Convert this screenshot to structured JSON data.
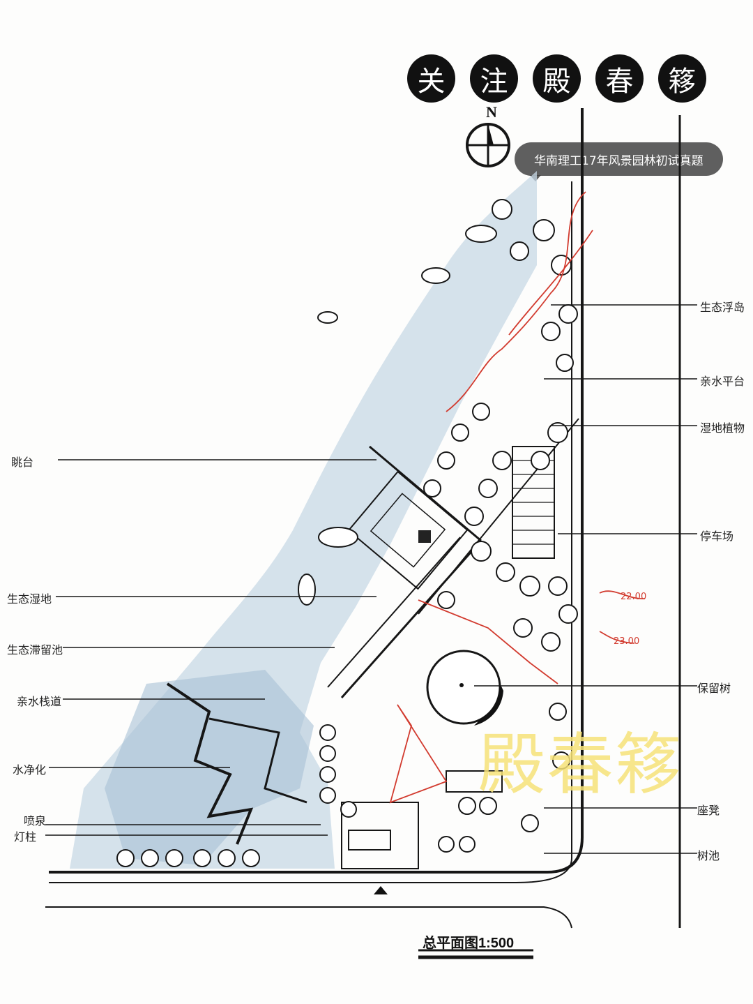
{
  "header": {
    "circles": [
      "关",
      "注",
      "殿",
      "春",
      "簃"
    ],
    "tag": "华南理工17年风景园林初试真题"
  },
  "compass": {
    "north_letter": "N"
  },
  "labels_left": [
    {
      "id": "viewing-deck",
      "text": "眺台"
    },
    {
      "id": "eco-wetland",
      "text": "生态湿地"
    },
    {
      "id": "eco-retention-pond",
      "text": "生态滞留池"
    },
    {
      "id": "water-boardwalk",
      "text": "亲水栈道"
    },
    {
      "id": "water-purification",
      "text": "水净化"
    },
    {
      "id": "fountain",
      "text": "喷泉"
    },
    {
      "id": "lamp-post",
      "text": "灯柱"
    }
  ],
  "labels_right": [
    {
      "id": "eco-island",
      "text": "生态浮岛"
    },
    {
      "id": "water-platform",
      "text": "亲水平台"
    },
    {
      "id": "wetland-plants",
      "text": "湿地植物"
    },
    {
      "id": "parking",
      "text": "停车场"
    },
    {
      "id": "existing-tree",
      "text": "保留树"
    },
    {
      "id": "seating",
      "text": "座凳"
    },
    {
      "id": "tree-pool",
      "text": "树池"
    }
  ],
  "elevations": [
    "22.00",
    "23.00"
  ],
  "footer": {
    "scale_title": "总平面图1:500"
  },
  "watermark": "殿春簃",
  "colors": {
    "water": "#b9cfdf",
    "ink": "#161616",
    "red_line": "#d23b2f",
    "tag_bg": "#3c3c3c"
  }
}
